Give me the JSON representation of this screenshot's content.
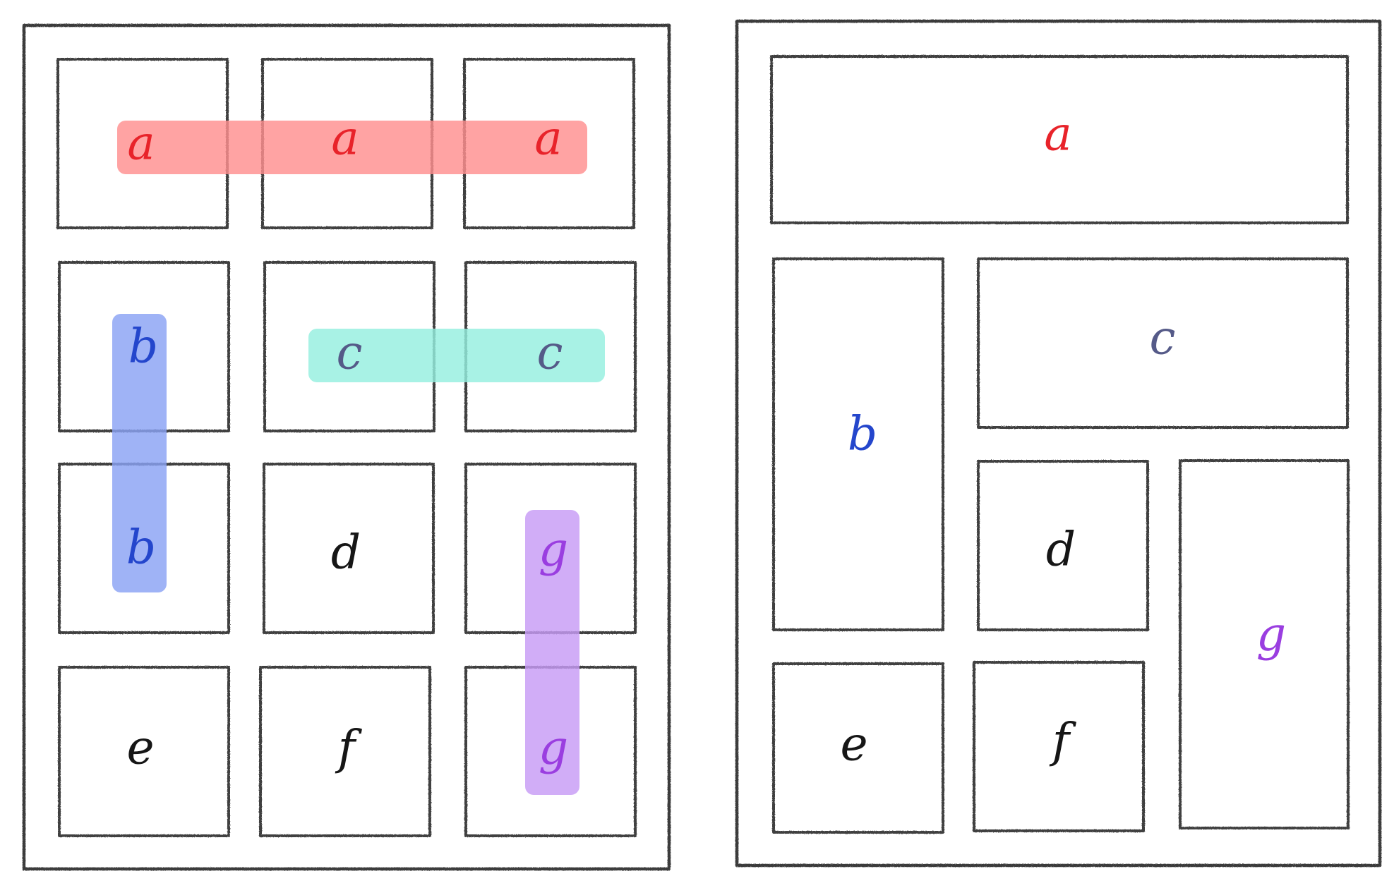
{
  "colors": {
    "a": "#e8232a",
    "b": "#2446cc",
    "c": "#555a88",
    "d": "#161616",
    "e": "#161616",
    "f": "#161616",
    "g": "#9a3ee0",
    "band_a": "#ff8f8f",
    "band_b": "#8aa2f4",
    "band_c": "#95efdf",
    "band_g": "#c79bf5",
    "outline": "#3a3a3a"
  },
  "left_grid": {
    "rows": [
      [
        "a",
        "a",
        "a"
      ],
      [
        "b",
        "c",
        "c"
      ],
      [
        "b",
        "d",
        "g"
      ],
      [
        "e",
        "f",
        "g"
      ]
    ]
  },
  "right_layout": {
    "areas": [
      "a",
      "b",
      "c",
      "d",
      "e",
      "f",
      "g"
    ]
  }
}
